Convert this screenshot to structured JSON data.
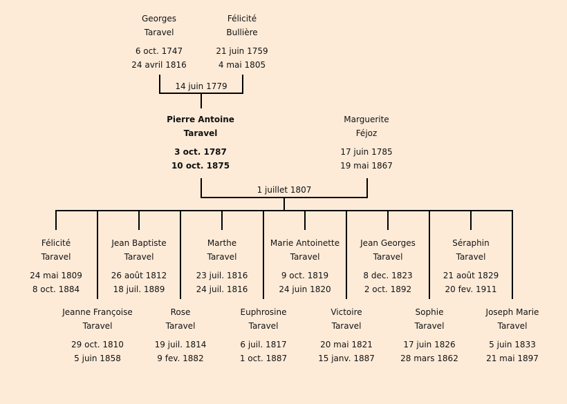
{
  "grandparents": [
    {
      "first": "Georges",
      "last": "Taravel",
      "birth": "6 oct. 1747",
      "death": "24 avril 1816"
    },
    {
      "first": "Félicité",
      "last": "Bullière",
      "birth": "21 juin 1759",
      "death": "4 mai 1805"
    }
  ],
  "grandparents_marriage": "14 juin 1779",
  "parents": [
    {
      "first": "Pierre Antoine",
      "last": "Taravel",
      "birth": "3 oct. 1787",
      "death": "10 oct. 1875"
    },
    {
      "first": "Marguerite",
      "last": "Féjoz",
      "birth": "17 juin 1785",
      "death": "19 mai 1867"
    }
  ],
  "parents_marriage": "1 juillet 1807",
  "children": [
    {
      "first": "Félicité",
      "last": "Taravel",
      "birth": "24 mai 1809",
      "death": "8 oct. 1884"
    },
    {
      "first": "Jeanne Françoise",
      "last": "Taravel",
      "birth": "29 oct. 1810",
      "death": "5 juin 1858"
    },
    {
      "first": "Jean Baptiste",
      "last": "Taravel",
      "birth": "26 août 1812",
      "death": "18 juil. 1889"
    },
    {
      "first": "Rose",
      "last": "Taravel",
      "birth": "19 juil. 1814",
      "death": "9 fev. 1882"
    },
    {
      "first": "Marthe",
      "last": "Taravel",
      "birth": "23 juil. 1816",
      "death": "24 juil. 1816"
    },
    {
      "first": "Euphrosine",
      "last": "Taravel",
      "birth": "6 juil. 1817",
      "death": "1 oct. 1887"
    },
    {
      "first": "Marie Antoinette",
      "last": "Taravel",
      "birth": "9 oct. 1819",
      "death": "24 juin 1820"
    },
    {
      "first": "Victoire",
      "last": "Taravel",
      "birth": "20 mai 1821",
      "death": "15 janv. 1887"
    },
    {
      "first": "Jean Georges",
      "last": "Taravel",
      "birth": "8 dec. 1823",
      "death": "2 oct. 1892"
    },
    {
      "first": "Sophie",
      "last": "Taravel",
      "birth": "17 juin 1826",
      "death": "28 mars 1862"
    },
    {
      "first": "Séraphin",
      "last": "Taravel",
      "birth": "21 août 1829",
      "death": "20 fev. 1911"
    },
    {
      "first": "Joseph Marie",
      "last": "Taravel",
      "birth": "5 juin 1833",
      "death": "21 mai 1897"
    }
  ]
}
